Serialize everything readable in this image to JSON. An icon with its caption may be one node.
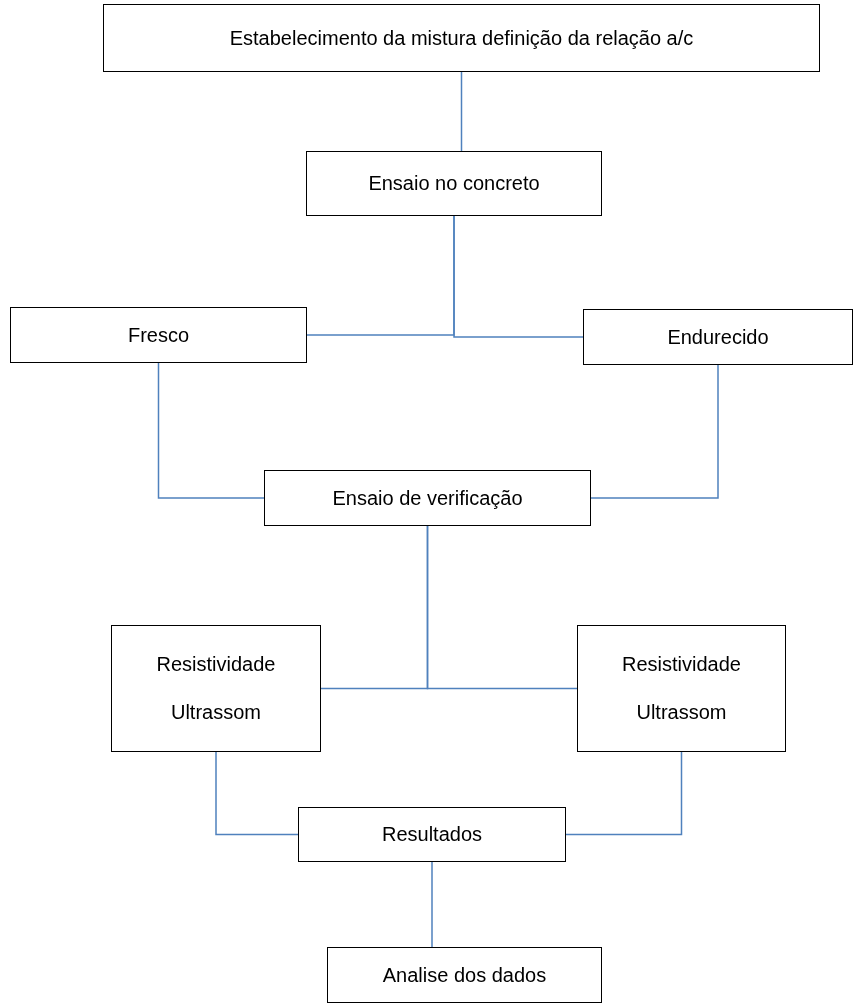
{
  "diagram": {
    "nodes": [
      {
        "text": [
          "Estabelecimento da mistura definição da relação a/c"
        ]
      },
      {
        "text": [
          "Ensaio no concreto"
        ]
      },
      {
        "text": [
          "Fresco"
        ]
      },
      {
        "text": [
          "Endurecido"
        ]
      },
      {
        "text": [
          "Ensaio de verificação"
        ]
      },
      {
        "text": [
          "Resistividade",
          "Ultrassom"
        ]
      },
      {
        "text": [
          "Resistividade",
          "Ultrassom"
        ]
      },
      {
        "text": [
          "Resultados"
        ]
      },
      {
        "text": [
          "Analise dos dados"
        ]
      }
    ],
    "edges": [
      {
        "from": 0,
        "to": 1,
        "arrow": "none"
      },
      {
        "from": 1,
        "to": 2,
        "arrow": "none"
      },
      {
        "from": 1,
        "to": 3,
        "arrow": "none"
      },
      {
        "from": 2,
        "to": 4,
        "arrow": "none"
      },
      {
        "from": 3,
        "to": 4,
        "arrow": "none"
      },
      {
        "from": 4,
        "to": 5,
        "arrow": "none"
      },
      {
        "from": 4,
        "to": 6,
        "arrow": "none"
      },
      {
        "from": 5,
        "to": 7,
        "arrow": "none"
      },
      {
        "from": 6,
        "to": 7,
        "arrow": "none"
      },
      {
        "from": 7,
        "to": 8,
        "arrow": "none"
      }
    ]
  }
}
